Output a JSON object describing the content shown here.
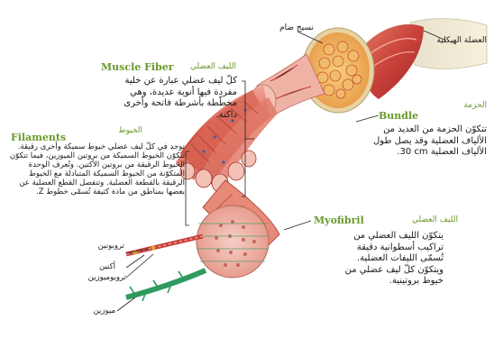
{
  "labels": {
    "skeletal_muscle": "العضلة الهيكلية",
    "connective_tissue": "نسيج ضام",
    "troponin": "تروبونين",
    "actin": "أكتين",
    "tropomyosin": "تروبوميوزين",
    "myosin": "ميوزين"
  },
  "muscle_fiber": {
    "title_en": "Muscle Fiber",
    "title_ar": "الليف العضلي",
    "desc": "كلّ ليف عضلي عبارة عن خلية مفردة فيها أنوية عديدة، وهي مخطّطة بأشرطة فاتحة وأخرى داكنة."
  },
  "bundle": {
    "title_en": "Bundle",
    "title_ar": "الحزمة",
    "desc": "تتكوّن الحزمة من العديد من الألياف العضلية وقد يصل طول الألياف العضلية",
    "size": "30 cm"
  },
  "filaments": {
    "title_en": "Filaments",
    "title_ar": "الخيوط",
    "desc": "توجد في كلّ ليف عضلي خيوط سميكة وأخرى رقيقة. تتكوّن الخيوط السميكة من بروتين الميوزين، فيما تتكوّن الخيوط الرقيقة من بروتين الأكتين. وتُعرف الوحدة المتكوّنة من الخيوط السميكة المتبادلة مع الخيوط الرقيقة بالقطعة العضلية. وتنفصل القطع العضلية عن بعضها بمناطق من مادة كثيفة تُسمّى خطوط Z."
  },
  "myofibril": {
    "title_en": "Myofibril",
    "title_ar": "الليف العضلي",
    "desc": "يتكوّن الليف العضلي من تراكيب أسطوانية دقيقة تُسمّى الليفات العضلية. ويتكوّن كلّ ليف عضلي من خيوط بروتينية."
  },
  "colors": {
    "heading_green": "#6a9a2c",
    "muscle_red": "#c8413a",
    "muscle_pink": "#efb3a6",
    "tendon_yellow": "#f0e3b0",
    "filament_green": "#2e9a5e",
    "callout_line": "#222222"
  }
}
